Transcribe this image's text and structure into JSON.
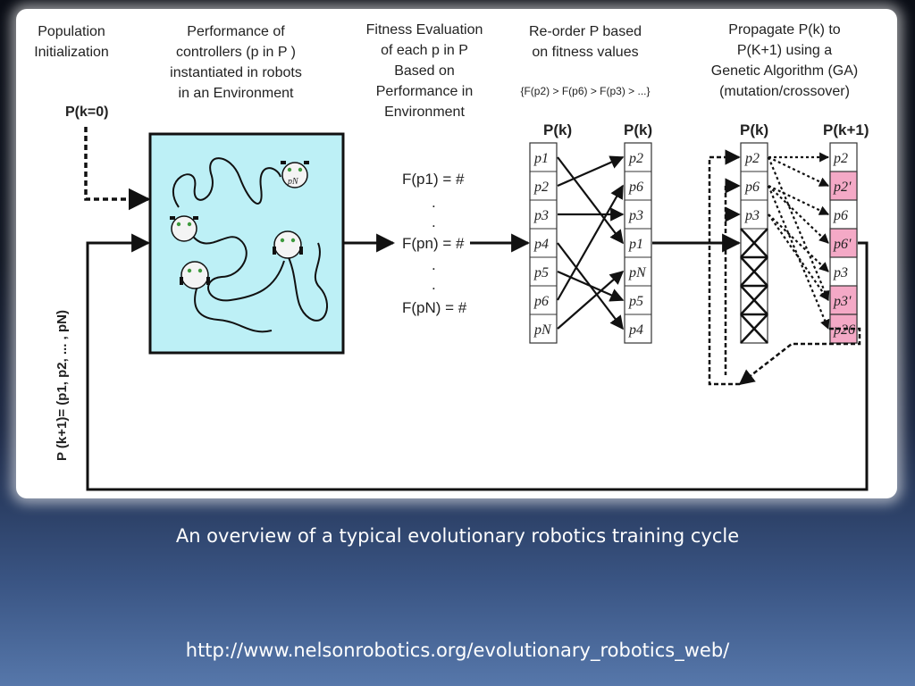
{
  "stage_headers": {
    "init": [
      "Population",
      "Initialization"
    ],
    "performance": [
      "Performance of",
      "controllers (p in P )",
      "instantiated in robots",
      "in an Environment"
    ],
    "fitness": [
      "Fitness Evaluation",
      "of each p in P",
      "Based on",
      "Performance in",
      "Environment"
    ],
    "reorder": [
      "Re-order P based",
      "on fitness values"
    ],
    "reorder_formula": "{F(p2) > F(p6) > F(p3) > ...}",
    "propagate": [
      "Propagate P(k) to",
      "P(K+1) using a",
      "Genetic Algorithm (GA)",
      "(mutation/crossover)"
    ]
  },
  "start_label": "P(k=0)",
  "loop_label": "P (k+1)= (p1, p2, ... , pN)",
  "robot_label": "pN",
  "fitness_lines": [
    "F(p1) = #",
    ".",
    ".",
    "F(pn) = #",
    ".",
    ".",
    "F(pN) = #"
  ],
  "column_headers": {
    "pk_left": "P(k)",
    "pk_right": "P(k)",
    "pk_ga": "P(k)",
    "pk1": "P(k+1)"
  },
  "columns": {
    "original": [
      "p1",
      "p2",
      "p3",
      "p4",
      "p5",
      "p6",
      "pN"
    ],
    "reordered": [
      "p2",
      "p6",
      "p3",
      "p1",
      "pN",
      "p5",
      "p4"
    ],
    "ga_kept": [
      "p2",
      "p6",
      "p3"
    ],
    "next_gen": [
      "p2",
      "p2'",
      "p6",
      "p6'",
      "p3",
      "p3'",
      "p26"
    ]
  },
  "highlight_color": "#f4a9c6",
  "caption": "An overview of a typical evolutionary robotics training cycle",
  "source_url": "http://www.nelsonrobotics.org/evolutionary_robotics_web/"
}
